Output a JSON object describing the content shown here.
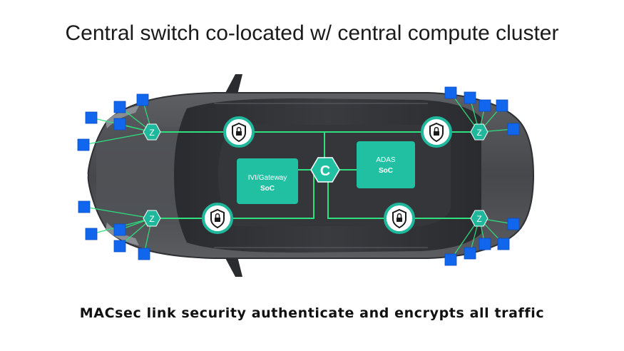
{
  "title": "Central switch co-located w/ central compute cluster",
  "caption": "MACsec link security authenticate and encrypts all traffic",
  "central_switch": {
    "label": "C"
  },
  "zones": [
    {
      "id": "front-left",
      "label": "Z"
    },
    {
      "id": "rear-left",
      "label": "Z"
    },
    {
      "id": "front-right",
      "label": "Z"
    },
    {
      "id": "rear-right",
      "label": "Z"
    }
  ],
  "socs": {
    "ivi": {
      "line1": "IVI/Gateway",
      "line2": "SoC"
    },
    "adas": {
      "line1": "ADAS",
      "line2": "SoC"
    }
  },
  "icons": {
    "macsec": "shield-lock-icon",
    "endpoint": "ecu-endpoint-square-icon",
    "zone": "zone-switch-hexagon-icon",
    "central": "central-switch-hexagon-icon"
  },
  "colors": {
    "accent_teal": "#1fb89c",
    "soc_fill": "#21c0a3",
    "link_green": "#2ee07e",
    "endpoint_blue": "#1166ee",
    "car_body": "#4a4c50"
  }
}
